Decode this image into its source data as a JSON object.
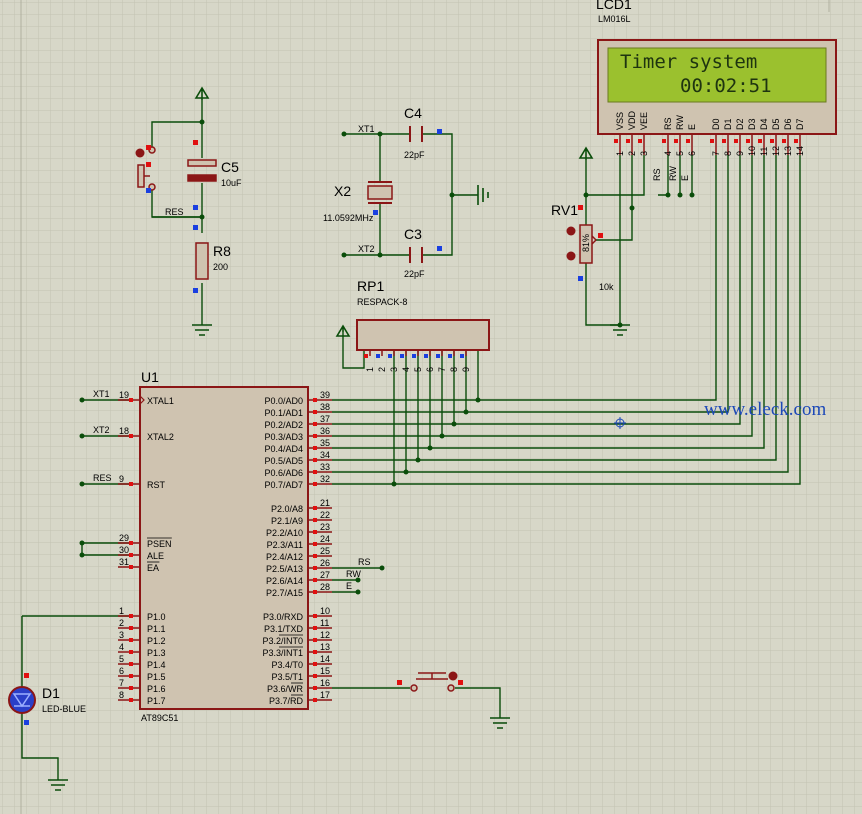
{
  "lcd": {
    "ref": "LCD1",
    "model": "LM016L",
    "line1": "Timer system",
    "line2": "00:02:51",
    "control_pins": [
      {
        "name": "VSS",
        "num": "1"
      },
      {
        "name": "VDD",
        "num": "2"
      },
      {
        "name": "VEE",
        "num": "3"
      },
      {
        "name": "RS",
        "num": "4"
      },
      {
        "name": "RW",
        "num": "5"
      },
      {
        "name": "E",
        "num": "6"
      }
    ],
    "data_pins": [
      {
        "name": "D0",
        "num": "7"
      },
      {
        "name": "D1",
        "num": "8"
      },
      {
        "name": "D2",
        "num": "9"
      },
      {
        "name": "D3",
        "num": "10"
      },
      {
        "name": "D4",
        "num": "11"
      },
      {
        "name": "D5",
        "num": "12"
      },
      {
        "name": "D6",
        "num": "13"
      },
      {
        "name": "D7",
        "num": "14"
      }
    ],
    "net_labels": [
      "RS",
      "RW",
      "E"
    ]
  },
  "c5": {
    "ref": "C5",
    "value": "10uF"
  },
  "r8": {
    "ref": "R8",
    "value": "200"
  },
  "res_net": "RES",
  "x2": {
    "ref": "X2",
    "value": "11.0592MHz"
  },
  "c4": {
    "ref": "C4",
    "value": "22pF"
  },
  "c3": {
    "ref": "C3",
    "value": "22pF"
  },
  "xt1_net": "XT1",
  "xt2_net": "XT2",
  "rv1": {
    "ref": "RV1",
    "value": "10k",
    "body": "81%"
  },
  "rp1": {
    "ref": "RP1",
    "model": "RESPACK-8",
    "pins": [
      "1",
      "2",
      "3",
      "4",
      "5",
      "6",
      "7",
      "8",
      "9"
    ]
  },
  "u1": {
    "ref": "U1",
    "model": "AT89C51",
    "left_pins": [
      {
        "name": "XTAL1",
        "num": "19",
        "net": "XT1"
      },
      {
        "name": "XTAL2",
        "num": "18",
        "net": "XT2"
      },
      {
        "name": "RST",
        "num": "9",
        "net": "RES"
      },
      {
        "name": "PSEN",
        "num": "29",
        "net": ""
      },
      {
        "name": "ALE",
        "num": "30",
        "net": ""
      },
      {
        "name": "EA",
        "num": "31",
        "net": ""
      },
      {
        "name": "P1.0",
        "num": "1",
        "net": ""
      },
      {
        "name": "P1.1",
        "num": "2",
        "net": ""
      },
      {
        "name": "P1.2",
        "num": "3",
        "net": ""
      },
      {
        "name": "P1.3",
        "num": "4",
        "net": ""
      },
      {
        "name": "P1.4",
        "num": "5",
        "net": ""
      },
      {
        "name": "P1.5",
        "num": "6",
        "net": ""
      },
      {
        "name": "P1.6",
        "num": "7",
        "net": ""
      },
      {
        "name": "P1.7",
        "num": "8",
        "net": ""
      }
    ],
    "right_pins": [
      {
        "name": "P0.0/AD0",
        "num": "39"
      },
      {
        "name": "P0.1/AD1",
        "num": "38"
      },
      {
        "name": "P0.2/AD2",
        "num": "37"
      },
      {
        "name": "P0.3/AD3",
        "num": "36"
      },
      {
        "name": "P0.4/AD4",
        "num": "35"
      },
      {
        "name": "P0.5/AD5",
        "num": "34"
      },
      {
        "name": "P0.6/AD6",
        "num": "33"
      },
      {
        "name": "P0.7/AD7",
        "num": "32"
      },
      {
        "name": "P2.0/A8",
        "num": "21"
      },
      {
        "name": "P2.1/A9",
        "num": "22"
      },
      {
        "name": "P2.2/A10",
        "num": "23"
      },
      {
        "name": "P2.3/A11",
        "num": "24"
      },
      {
        "name": "P2.4/A12",
        "num": "25"
      },
      {
        "name": "P2.5/A13",
        "num": "26"
      },
      {
        "name": "P2.6/A14",
        "num": "27"
      },
      {
        "name": "P2.7/A15",
        "num": "28"
      },
      {
        "name": "P3.0/RXD",
        "num": "10"
      },
      {
        "name": "P3.1/TXD",
        "num": "11"
      },
      {
        "name": "P3.2/INT0",
        "num": "12"
      },
      {
        "name": "P3.3/INT1",
        "num": "13"
      },
      {
        "name": "P3.4/T0",
        "num": "14"
      },
      {
        "name": "P3.5/T1",
        "num": "15"
      },
      {
        "name": "P3.6/WR",
        "num": "16"
      },
      {
        "name": "P3.7/RD",
        "num": "17"
      }
    ],
    "p2_nets": [
      "RS",
      "RW",
      "E"
    ]
  },
  "d1": {
    "ref": "D1",
    "value": "LED-BLUE"
  },
  "watermark": "www.eleck.com",
  "colors": {
    "background": "#d7d7c8",
    "grid": "#c3c3b2",
    "wire": "#0a4d0a",
    "component": "#8b1616",
    "body_fill": "#cfc3b0",
    "lcd_screen": "#9bc12e",
    "pin_red": "#e01010",
    "pin_blue": "#1a3fe0"
  }
}
